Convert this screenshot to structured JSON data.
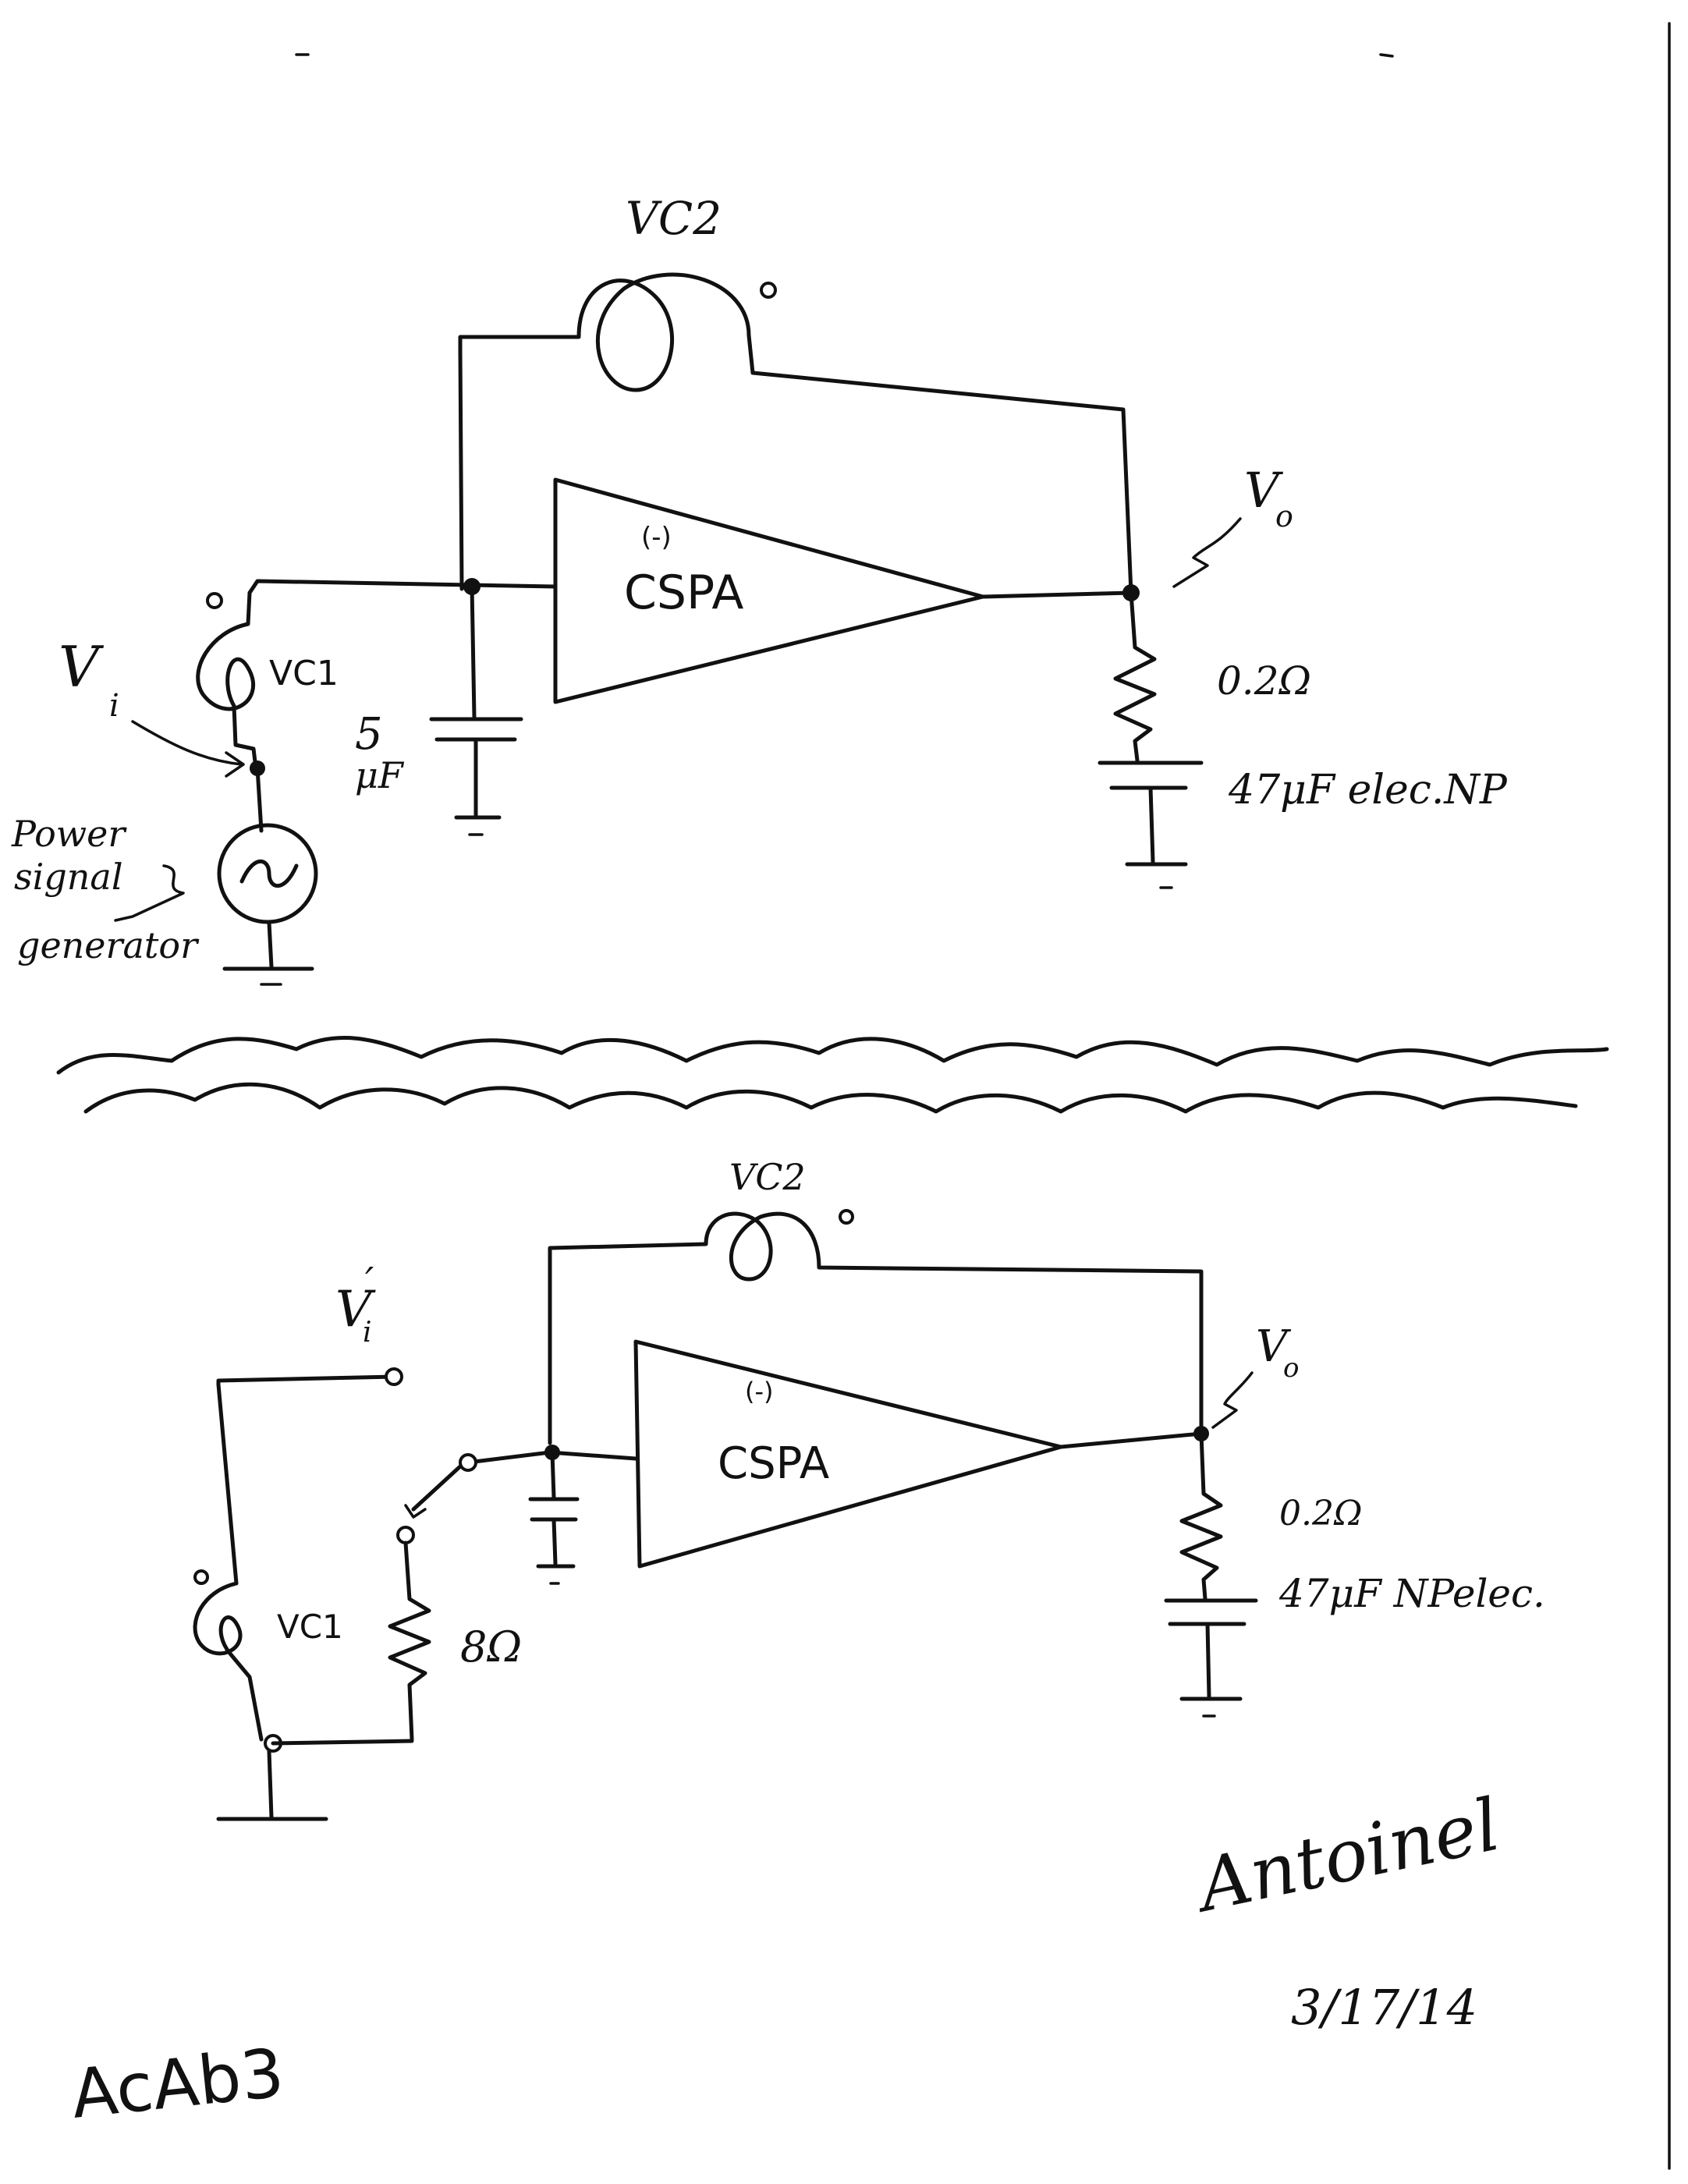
{
  "top_circuit": {
    "vc2_label": "VC2",
    "vc1_label": "VC1",
    "amp_sign": "(-)",
    "amp_label": "CSPA",
    "vi_label": "V",
    "vi_sub": "i",
    "vo_label": "V",
    "vo_sub": "o",
    "cap_in_value": "5",
    "cap_in_unit": "μF",
    "res_out_label": "0.2Ω",
    "cap_out_label": "47μF elec.NP",
    "source_label_line1": "Power",
    "source_label_line2": "signal",
    "source_label_line3": "generator"
  },
  "bottom_circuit": {
    "vc2_label": "VC2",
    "vc1_label": "VC1",
    "amp_sign": "(-)",
    "amp_label": "CSPA",
    "vi_label": "V",
    "vi_sub": "i",
    "vi_prime": "′",
    "vo_label": "V",
    "vo_sub": "o",
    "res_in_label": "8Ω",
    "res_out_label": "0.2Ω",
    "cap_out_label": "47μF NPelec."
  },
  "signature": {
    "name": "Antoinel",
    "date": "3/17/14"
  },
  "sheet_code": "AcAb3"
}
